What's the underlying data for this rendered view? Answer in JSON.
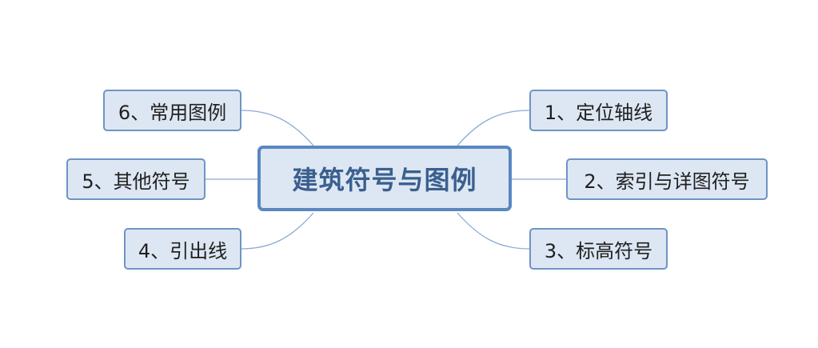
{
  "mindmap": {
    "central": "建筑符号与图例",
    "branches": [
      {
        "label": "1、定位轴线"
      },
      {
        "label": "2、索引与详图符号"
      },
      {
        "label": "3、标高符号"
      },
      {
        "label": "4、引出线"
      },
      {
        "label": "5、其他符号"
      },
      {
        "label": "6、常用图例"
      }
    ]
  },
  "colors": {
    "node_fill": "#dde7f3",
    "node_border": "#6e94c4",
    "central_border": "#5a87c0",
    "central_text": "#3a5f8f",
    "connector": "#8aaad3"
  }
}
